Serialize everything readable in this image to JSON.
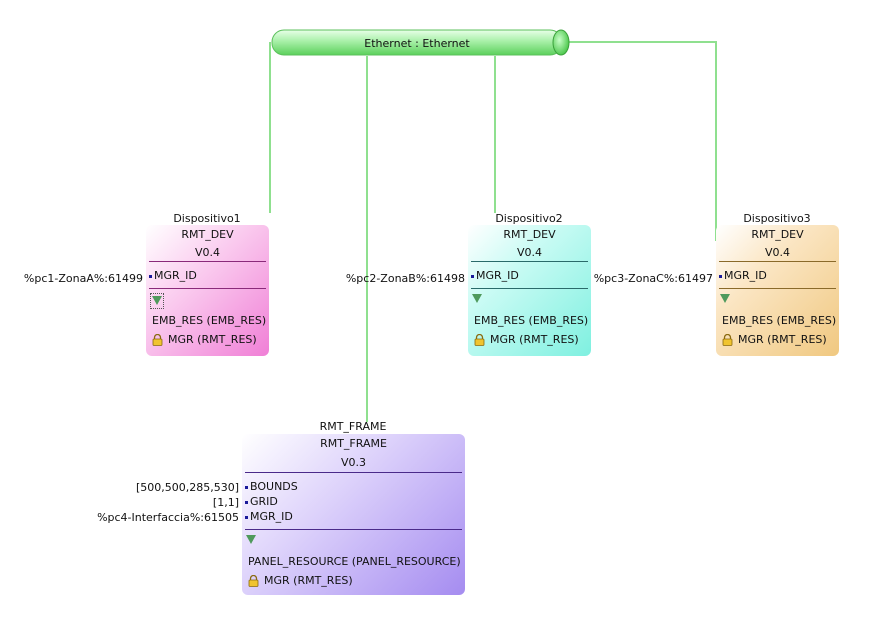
{
  "segment": {
    "label": "Ethernet : Ethernet",
    "color": "#8fe08f"
  },
  "devices": [
    {
      "title": "Dispositivo1",
      "type": "RMT_DEV",
      "version": "V0.4",
      "param": "MGR_ID",
      "param_value": "%pc1-ZonaA%:61499",
      "resource": "EMB_RES (EMB_RES)",
      "fb": "MGR (RMT_RES)",
      "color": "#f07fd6"
    },
    {
      "title": "Dispositivo2",
      "type": "RMT_DEV",
      "version": "V0.4",
      "param": "MGR_ID",
      "param_value": "%pc2-ZonaB%:61498",
      "resource": "EMB_RES (EMB_RES)",
      "fb": "MGR (RMT_RES)",
      "color": "#7ff0e0"
    },
    {
      "title": "Dispositivo3",
      "type": "RMT_DEV",
      "version": "V0.4",
      "param": "MGR_ID",
      "param_value": "%pc3-ZonaC%:61497",
      "resource": "EMB_RES (EMB_RES)",
      "fb": "MGR (RMT_RES)",
      "color": "#f0c880"
    }
  ],
  "frame": {
    "title": "RMT_FRAME",
    "type": "RMT_FRAME",
    "version": "V0.3",
    "params": [
      {
        "name": "BOUNDS",
        "value": "[500,500,285,530]"
      },
      {
        "name": "GRID",
        "value": "[1,1]"
      },
      {
        "name": "MGR_ID",
        "value": "%pc4-Interfaccia%:61505"
      }
    ],
    "resource": "PANEL_RESOURCE (PANEL_RESOURCE)",
    "fb": "MGR (RMT_RES)",
    "color": "#a58cf0"
  }
}
